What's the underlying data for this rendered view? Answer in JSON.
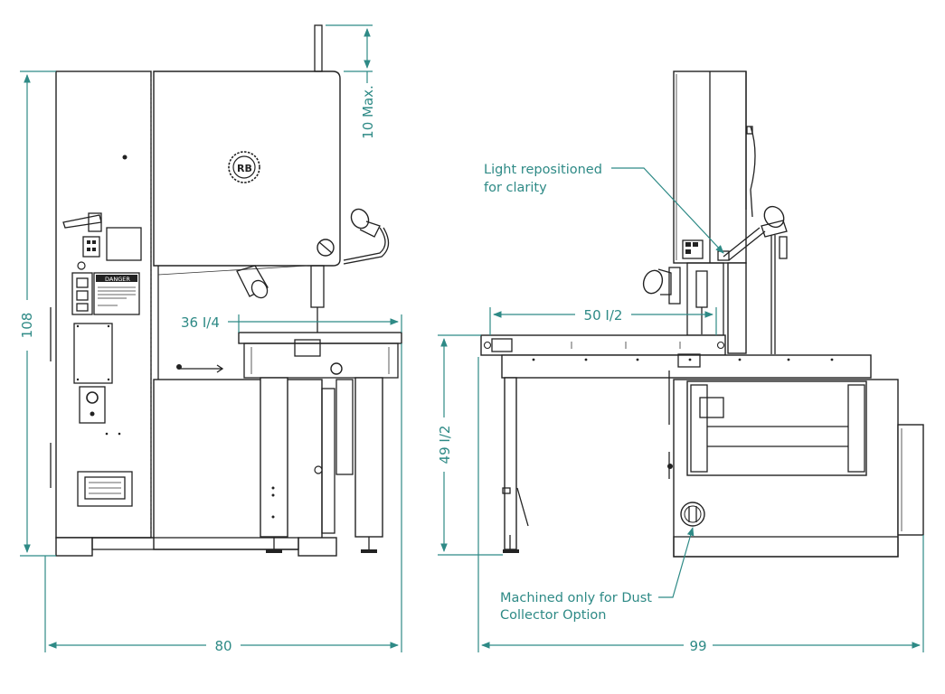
{
  "dimensions": {
    "overall_height": "108",
    "blade_max": "10 Max.",
    "table_width_left": "36 I/4",
    "table_length_right": "50 I/2",
    "table_height": "49 I/2",
    "overall_width_left": "80",
    "overall_depth_right": "99"
  },
  "notes": {
    "light_line1": "Light repositioned",
    "light_line2": "for clarity",
    "dust_line1": "Machined only for Dust",
    "dust_line2": "Collector Option"
  },
  "labels": {
    "danger": "DANGER"
  },
  "colors": {
    "dimension": "#2e8a86",
    "linework": "#222222"
  }
}
